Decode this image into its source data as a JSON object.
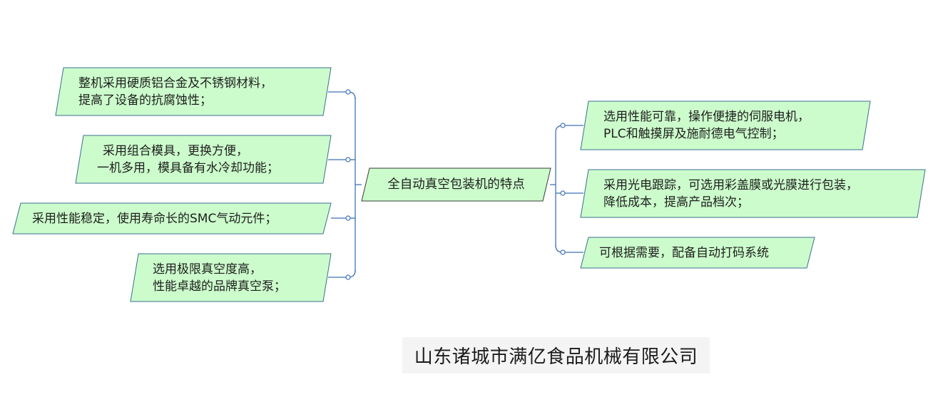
{
  "colors": {
    "node_fill": "#ccfccc",
    "node_stroke": "#3a6f8f",
    "connector": "#3f72b6",
    "footer_bg": "#f4f4f4"
  },
  "mindmap": {
    "center": "全自动真空包装机的特点",
    "left_branches": [
      {
        "line1": "整机采用硬质铝合金及不锈钢材料，",
        "line2": "提高了设备的抗腐蚀性；"
      },
      {
        "line1": "采用组合模具，更换方便，",
        "line2": "一机多用，模具备有水冷却功能；"
      },
      {
        "line1": "采用性能稳定，使用寿命长的SMC气动元件；",
        "line2": ""
      },
      {
        "line1": "选用极限真空度高，",
        "line2": "性能卓越的品牌真空泵；"
      }
    ],
    "right_branches": [
      {
        "line1": "选用性能可靠，操作便捷的伺服电机，",
        "line2": "PLC和触摸屏及施耐德电气控制；"
      },
      {
        "line1": "采用光电跟踪，可选用彩盖膜或光膜进行包装，",
        "line2": "降低成本，提高产品档次；"
      },
      {
        "line1": "可根据需要，配备自动打码系统",
        "line2": ""
      }
    ]
  },
  "footer": {
    "company": "山东诸城市满亿食品机械有限公司"
  }
}
